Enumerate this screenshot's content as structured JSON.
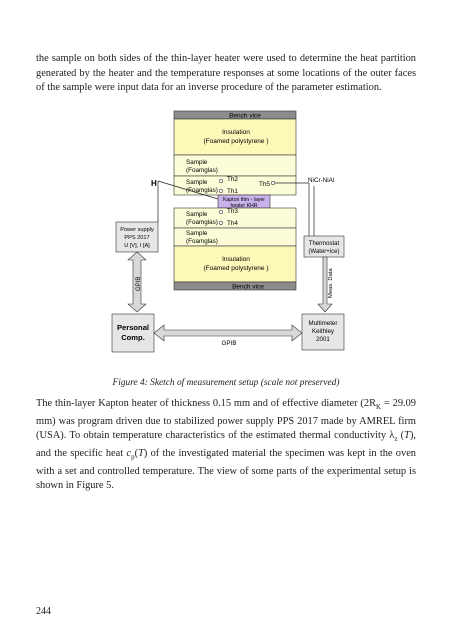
{
  "para1": "the sample on both sides of the thin-layer heater were used to determine the heat partition generated by the heater and the temperature responses at some locations of the outer faces of the sample were input data for an inverse procedure of the parameter estimation.",
  "figure": {
    "bench_vice_top": "Bench vice",
    "bench_vice_bottom": "Bench vice",
    "insulation_top": [
      "Insulation",
      "(Foamed polystyrene )"
    ],
    "insulation_bottom": [
      "Insulation",
      "(Foamed polystyrene )"
    ],
    "sample_1": [
      "Sample",
      "(Foamglas)"
    ],
    "sample_2": [
      "Sample",
      "(Foamglas)"
    ],
    "sample_3": [
      "Sample",
      "(Foamglas)"
    ],
    "sample_4": [
      "Sample",
      "(Foamglas)"
    ],
    "heater": [
      "Kapton thin - layer",
      "heater KHR"
    ],
    "th2": "Th2",
    "th1": "Th1",
    "th3": "Th3",
    "th4": "Th4",
    "th5": "Th5",
    "h_label": "H",
    "power_supply": [
      "Power supply",
      "PPS  2017",
      "U [V], I [A]"
    ],
    "gpib_left": "GPIB",
    "nicr": "NiCr-NiAl",
    "thermostat": [
      "Thermostat",
      "(Water+ice)"
    ],
    "meas_data": "Meas. Data",
    "personal_comp": [
      "Personal",
      "Comp."
    ],
    "gpib_bottom": "GPIB",
    "multimeter": [
      "Multimeter",
      "Keithley",
      "2001"
    ],
    "colors": {
      "bench": "#8c8c8c",
      "insulation": "#fbf8b8",
      "sample": "#fdfcd8",
      "heater": "#c9b2ec",
      "box": "#e6e6e6",
      "arrow": "#d8d8d8"
    }
  },
  "caption": "Figure 4: Sketch of measurement setup (scale not preserved)",
  "para2_parts": {
    "a": "The thin-layer Kapton heater of thickness 0.15 mm and of effective diameter (2R",
    "sub_k": "K",
    "b": " = 29.09 mm) was program driven due to stabilized power supply PPS 2017 made by AMREL firm (USA). To obtain temperature characteristics of the estimated thermal conductivity ",
    "lambda": "λ",
    "sub_lambda": "z",
    "t1": " (",
    "T1": "T",
    "t1b": "), and the specific heat ",
    "cp": "c",
    "sub_p": "p",
    "t2": "(",
    "T2": "T",
    "c": ") of the investigated material the specimen was kept in the oven with a set and controlled temperature. The view of some parts of the experimental setup is shown in Figure 5."
  },
  "page_number": "244"
}
